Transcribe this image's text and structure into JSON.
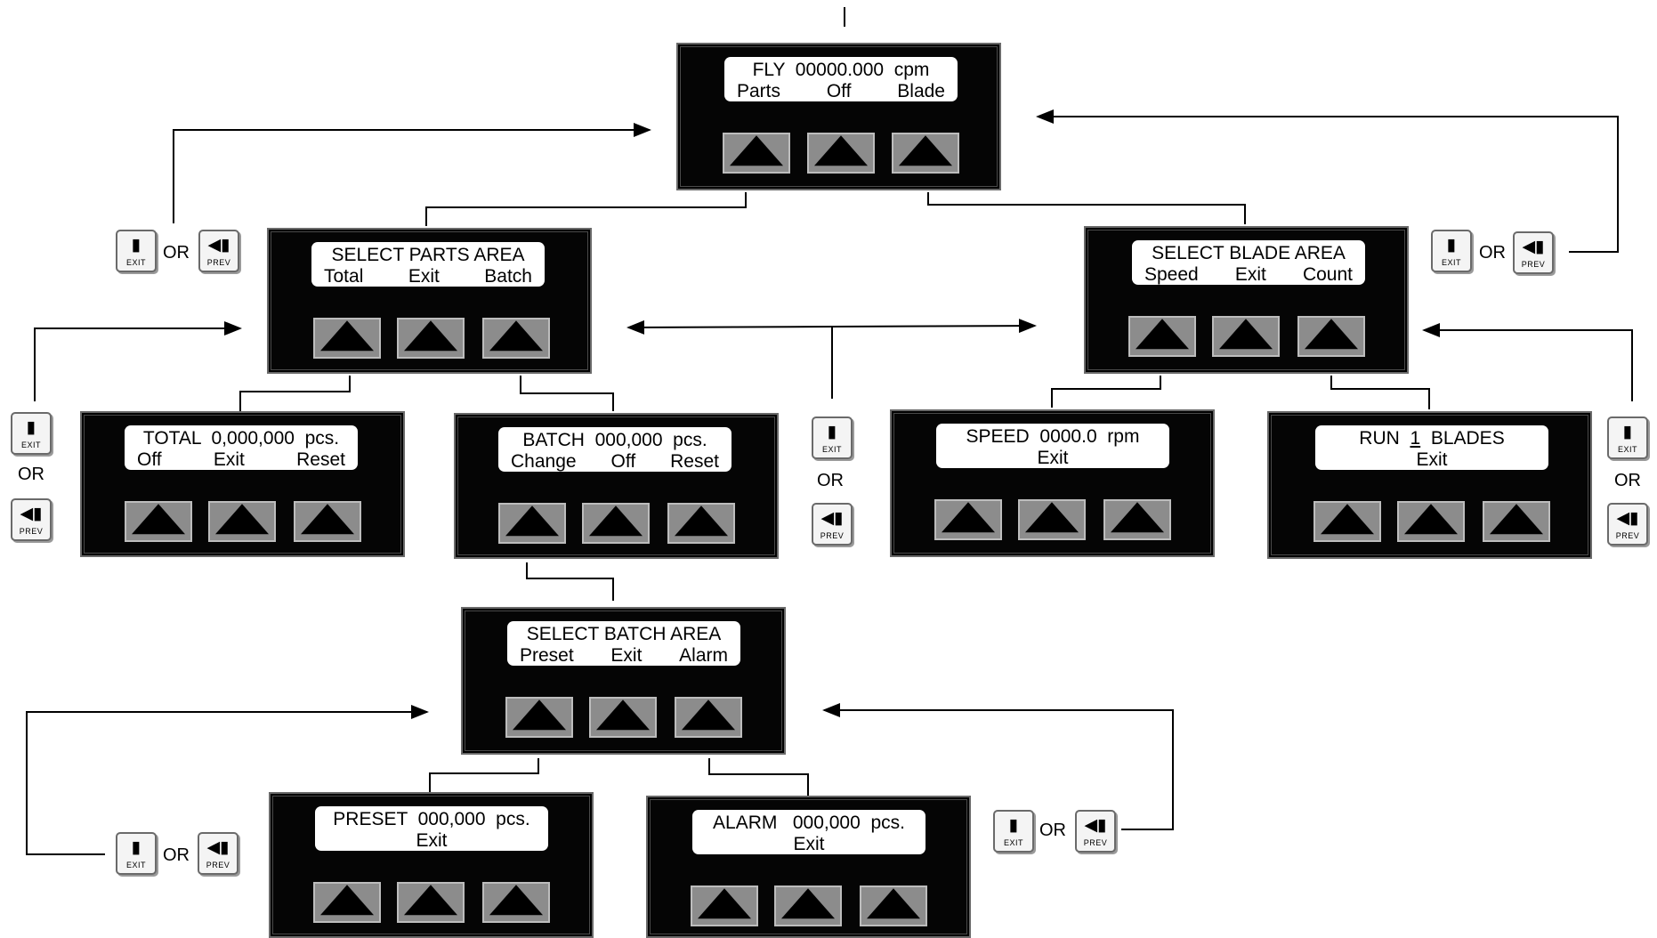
{
  "panels": {
    "fly": {
      "line1": "FLY  00000.000  cpm",
      "softkeys": [
        "Parts",
        "Off",
        "Blade"
      ]
    },
    "select_parts": {
      "line1": "SELECT PARTS AREA",
      "softkeys": [
        "Total",
        "Exit",
        "Batch"
      ]
    },
    "select_blade": {
      "line1": "SELECT BLADE AREA",
      "softkeys": [
        "Speed",
        "Exit",
        "Count"
      ]
    },
    "total": {
      "line1": "TOTAL  0,000,000  pcs.",
      "softkeys": [
        "Off",
        "Exit",
        "Reset"
      ]
    },
    "batch": {
      "line1": "BATCH  000,000  pcs.",
      "softkeys": [
        "Change",
        "Off",
        "Reset"
      ]
    },
    "speed": {
      "line1": "SPEED  0000.0  rpm",
      "softkeys": [
        "Exit"
      ]
    },
    "run_blades": {
      "line1_pre": "RUN  ",
      "line1_num": "1",
      "line1_post": "  BLADES",
      "softkeys": [
        "Exit"
      ]
    },
    "select_batch": {
      "line1": "SELECT BATCH AREA",
      "softkeys": [
        "Preset",
        "Exit",
        "Alarm"
      ]
    },
    "preset": {
      "line1": "PRESET  000,000  pcs.",
      "softkeys": [
        "Exit"
      ]
    },
    "alarm": {
      "line1": "ALARM   000,000  pcs.",
      "softkeys": [
        "Exit"
      ]
    }
  },
  "keys": {
    "exit_label": "EXIT",
    "prev_label": "PREV",
    "or_label": "OR"
  },
  "icons": {
    "exit_key": "exit-door-icon",
    "prev_key": "prev-arrow-icon",
    "softkey": "triangle-up-icon"
  },
  "colors": {
    "panel": "#050505",
    "display": "#ffffff",
    "softkey": "#8c8c8c",
    "line": "#000000"
  }
}
